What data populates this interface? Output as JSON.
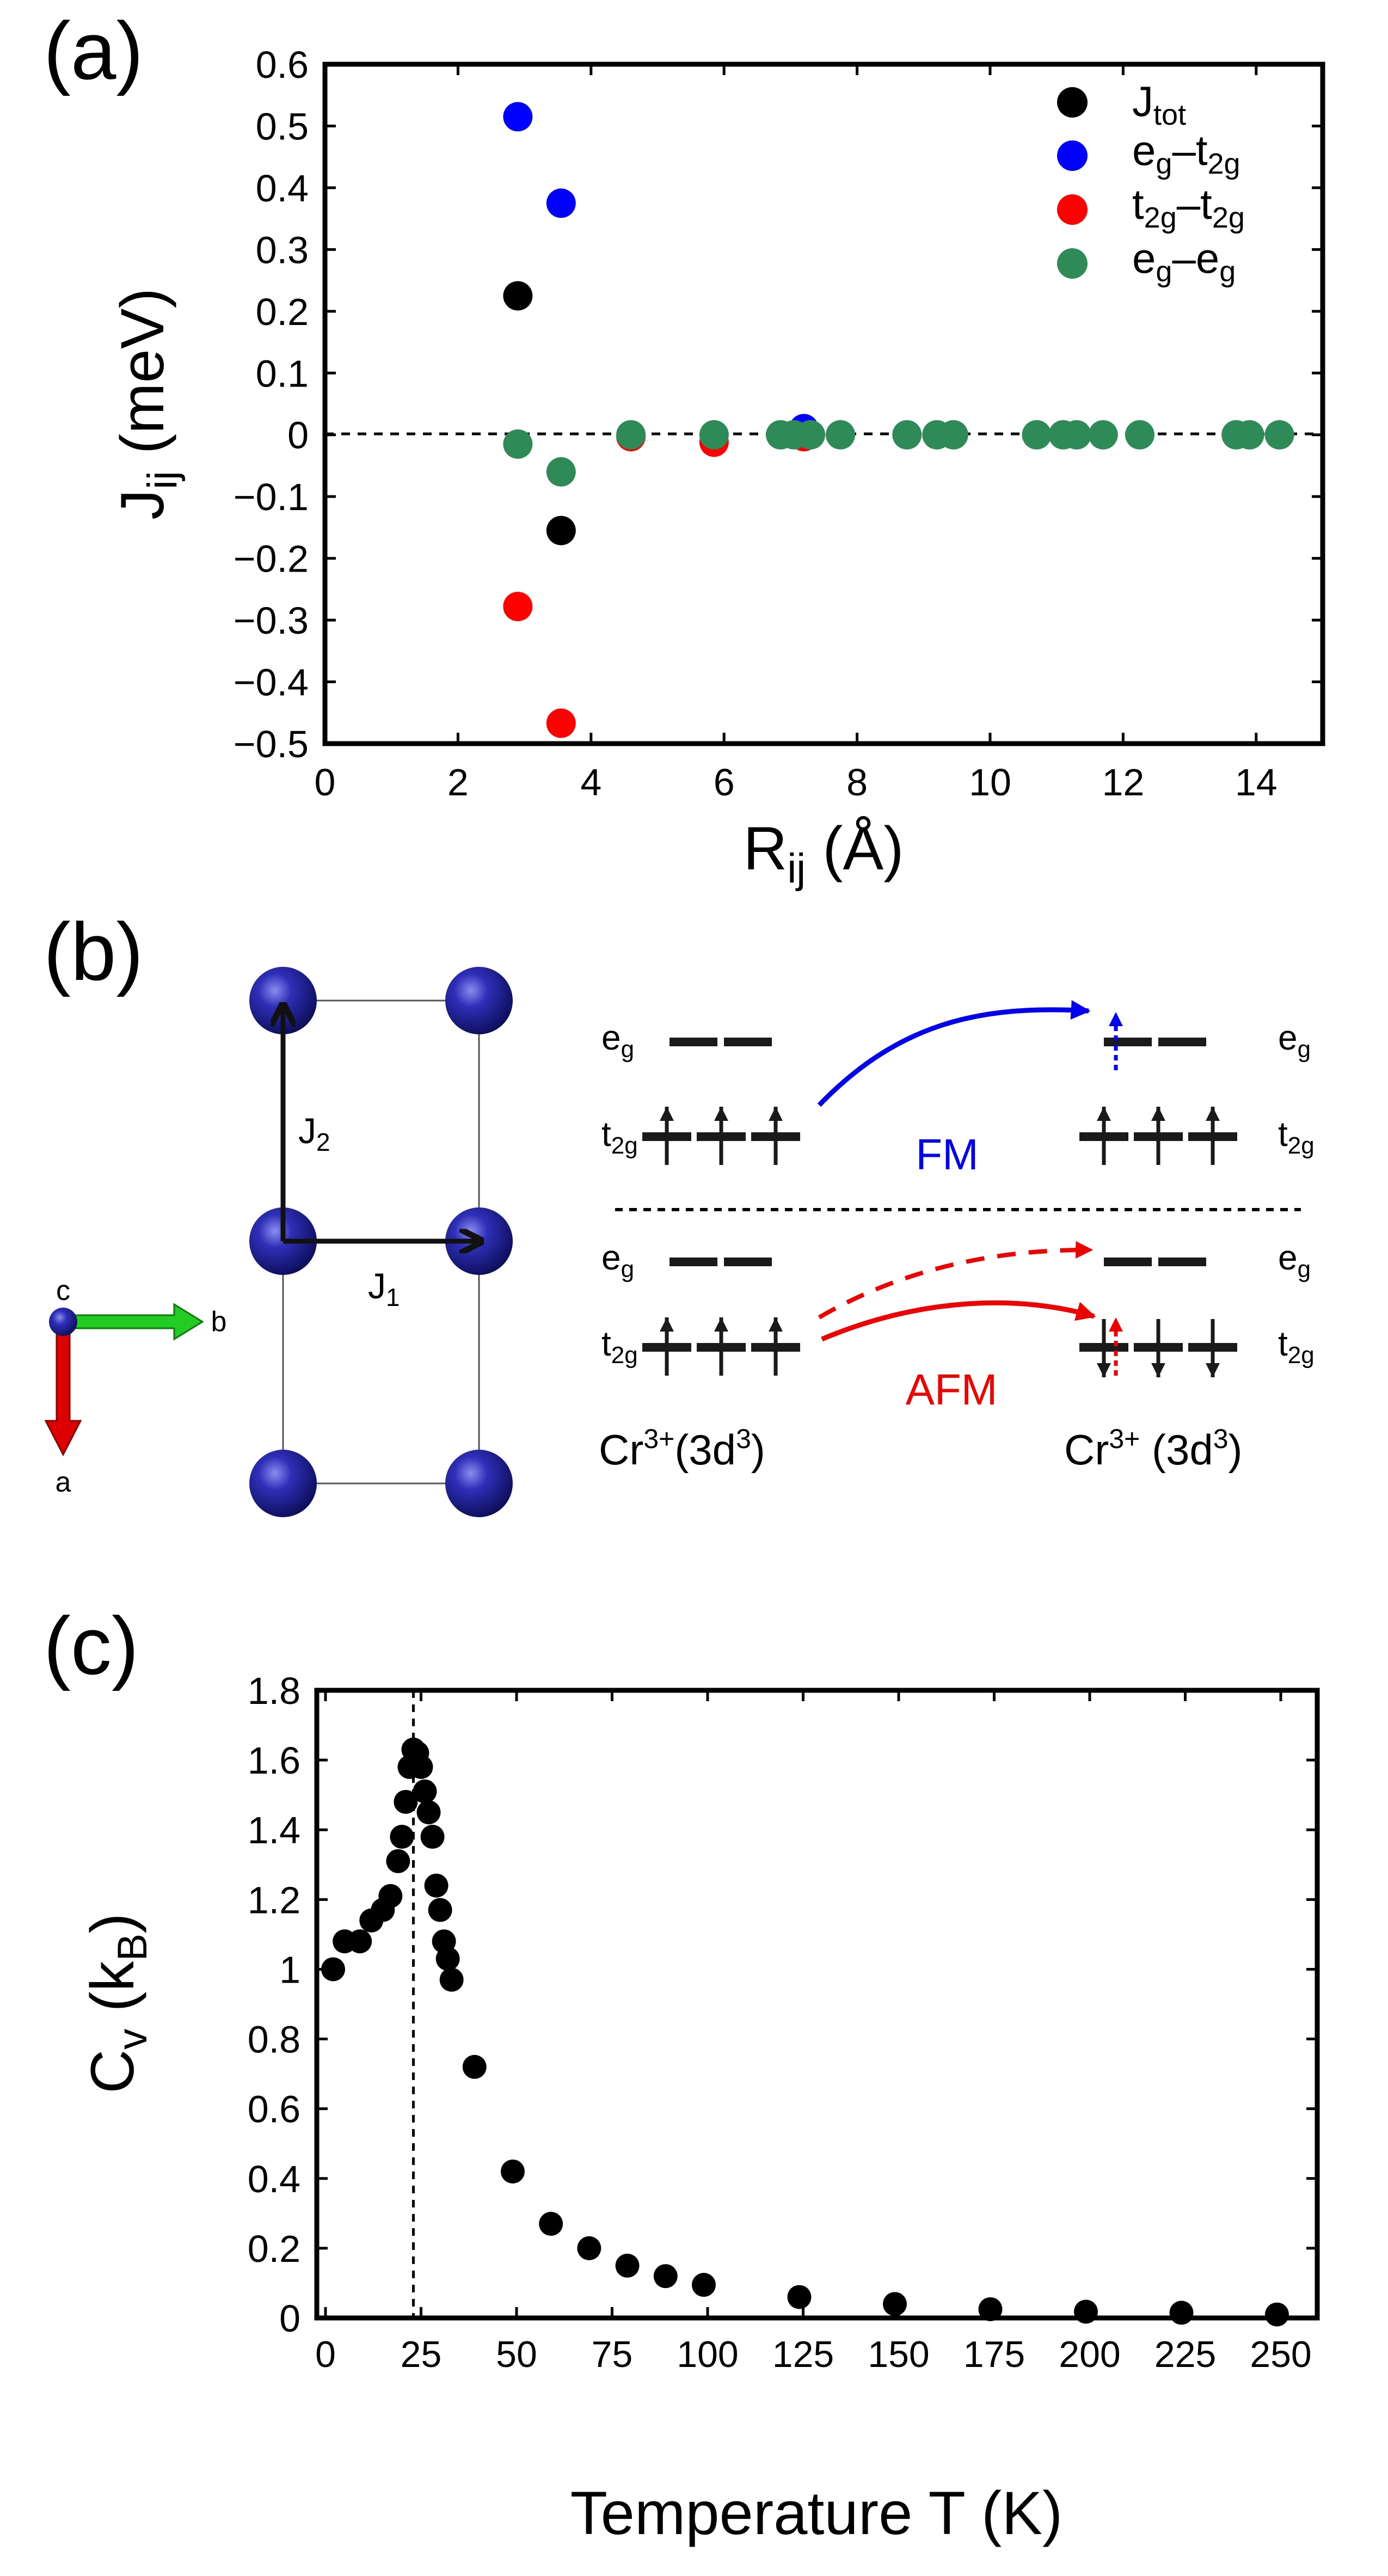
{
  "panels": {
    "a": {
      "label": "(a)",
      "ylabel": {
        "main": "J",
        "sub": "ij",
        "rest": " (meV)"
      },
      "xlabel": {
        "main": "R",
        "sub": "ij",
        "rest": " (Å)"
      },
      "xticks": [
        "0",
        "2",
        "4",
        "6",
        "8",
        "10",
        "12",
        "14"
      ],
      "yticks": [
        "0.6",
        "0.5",
        "0.4",
        "0.3",
        "0.2",
        "0.1",
        "0",
        "−0.1",
        "−0.2",
        "−0.3",
        "−0.4",
        "−0.5"
      ],
      "legend": [
        {
          "main": "J",
          "sub": "tot",
          "color": "#000000"
        },
        {
          "main": "e",
          "sub": "g",
          "mid": "–t",
          "sub2": "2g",
          "color": "#0000ff"
        },
        {
          "main": "t",
          "sub": "2g",
          "mid": "–t",
          "sub2": "2g",
          "color": "#ff0000"
        },
        {
          "main": "e",
          "sub": "g",
          "mid": "–e",
          "sub2": "g",
          "color": "#2e8b57"
        }
      ]
    },
    "b": {
      "label": "(b)",
      "J2": {
        "main": "J",
        "sub": "2"
      },
      "J1": {
        "main": "J",
        "sub": "1"
      },
      "axes": {
        "c": "c",
        "b": "b",
        "a": "a"
      },
      "eg": {
        "main": "e",
        "sub": "g"
      },
      "t2g": {
        "main": "t",
        "sub": "2g"
      },
      "fm_label": "FM",
      "afm_label": "AFM",
      "cr_left": {
        "main": "Cr",
        "sup": "3+",
        "rest": "(3d",
        "sup2": "3",
        "end": ")"
      },
      "cr_right": {
        "main": "Cr",
        "sup": "3+",
        "rest": " (3d",
        "sup2": "3",
        "end": ")"
      },
      "colors": {
        "atom": "#1a1a8c",
        "fm": "#0000ee",
        "afm": "#ee0000",
        "axis_b": "#22cc22",
        "axis_a": "#dd0000"
      }
    },
    "c": {
      "label": "(c)",
      "ylabel": {
        "main": "C",
        "sub": "v",
        "rest": " (k",
        "sub2": "B",
        "end": ")"
      },
      "xlabel": "Temperature T (K)",
      "xticks": [
        "0",
        "25",
        "50",
        "75",
        "100",
        "125",
        "150",
        "175",
        "200",
        "225",
        "250"
      ],
      "yticks": [
        "1.8",
        "1.6",
        "1.4",
        "1.2",
        "1",
        "0.8",
        "0.6",
        "0.4",
        "0.2",
        "0"
      ]
    }
  },
  "chart_data": [
    {
      "type": "scatter",
      "panel": "a",
      "xlim": [
        0,
        15
      ],
      "ylim": [
        -0.5,
        0.6
      ],
      "zero_line": true,
      "legend_position": "top-right",
      "series": [
        {
          "name": "J_tot",
          "color": "#000000",
          "x": [
            2.9,
            3.55
          ],
          "y": [
            0.225,
            -0.155
          ]
        },
        {
          "name": "e_g–t_2g",
          "color": "#0000ff",
          "x": [
            2.9,
            3.55,
            7.2
          ],
          "y": [
            0.515,
            0.375,
            0.01
          ]
        },
        {
          "name": "t_2g–t_2g",
          "color": "#ff0000",
          "x": [
            2.9,
            3.55,
            4.6,
            5.85,
            7.2
          ],
          "y": [
            -0.278,
            -0.467,
            -0.003,
            -0.012,
            -0.003
          ]
        },
        {
          "name": "e_g–e_g",
          "color": "#2e8b57",
          "x": [
            2.9,
            3.55,
            4.6,
            5.85,
            6.85,
            7.05,
            7.3,
            7.75,
            8.75,
            9.2,
            9.45,
            10.7,
            11.1,
            11.3,
            11.7,
            12.25,
            13.7,
            13.9,
            14.35
          ],
          "y": [
            -0.015,
            -0.06,
            0.0,
            0.0,
            0.0,
            0.0,
            0.0,
            0.0,
            0.0,
            0.0,
            0.0,
            0.0,
            0.0,
            0.0,
            0.0,
            0.0,
            0.0,
            0.0,
            0.0
          ]
        }
      ]
    },
    {
      "type": "scatter",
      "panel": "c",
      "xlim": [
        0,
        260
      ],
      "ylim": [
        0,
        1.8
      ],
      "vline_x": 23,
      "series": [
        {
          "color": "#000000",
          "x": [
            2,
            5,
            9,
            12,
            15,
            17,
            19,
            20,
            21,
            22,
            23,
            24,
            25,
            26,
            27,
            28,
            29,
            30,
            31,
            32,
            33,
            39,
            49,
            59,
            69,
            79,
            89,
            99,
            124,
            149,
            174,
            199,
            224,
            249
          ],
          "y": [
            1.0,
            1.08,
            1.08,
            1.14,
            1.17,
            1.21,
            1.31,
            1.38,
            1.48,
            1.58,
            1.63,
            1.62,
            1.58,
            1.51,
            1.45,
            1.38,
            1.24,
            1.17,
            1.08,
            1.03,
            0.97,
            0.72,
            0.42,
            0.27,
            0.2,
            0.15,
            0.12,
            0.095,
            0.06,
            0.04,
            0.025,
            0.018,
            0.015,
            0.01
          ]
        }
      ]
    }
  ]
}
